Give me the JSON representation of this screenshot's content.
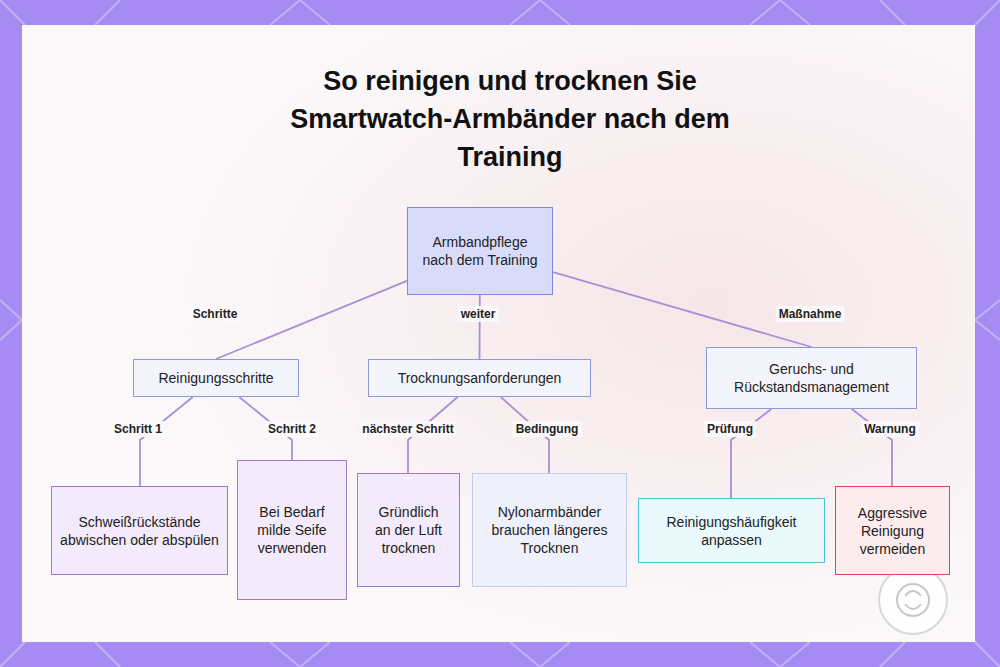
{
  "diagram": {
    "title": "So reinigen und trocknen Sie Smartwatch-Armbänder nach dem Training",
    "nodes": [
      {
        "text": [
          "Armbandpflege nach dem Training"
        ]
      },
      {
        "text": [
          "Reinigungsschritte"
        ]
      },
      {
        "text": [
          "Trocknungsanforderungen"
        ]
      },
      {
        "text": [
          "Geruchs- und Rückstandsmanagement"
        ]
      },
      {
        "text": [
          "Schweißrückstände abwischen oder abspülen"
        ]
      },
      {
        "text": [
          "Bei Bedarf milde Seife verwenden"
        ]
      },
      {
        "text": [
          "Gründlich an der Luft trocknen"
        ]
      },
      {
        "text": [
          "Nylonarmbänder brauchen längeres Trocknen"
        ]
      },
      {
        "text": [
          "Reinigungshäufigkeit anpassen"
        ]
      },
      {
        "text": [
          "Aggressive Reinigung vermeiden"
        ]
      }
    ],
    "edges": [
      {
        "from": 0,
        "to": 1,
        "label": "Schritte",
        "arrow": "none"
      },
      {
        "from": 0,
        "to": 2,
        "label": "weiter",
        "arrow": "none"
      },
      {
        "from": 0,
        "to": 3,
        "label": "Maßnahme",
        "arrow": "none"
      },
      {
        "from": 1,
        "to": 4,
        "label": "Schritt 1",
        "arrow": "none"
      },
      {
        "from": 1,
        "to": 5,
        "label": "Schritt 2",
        "arrow": "none"
      },
      {
        "from": 2,
        "to": 6,
        "label": "nächster Schritt",
        "arrow": "none"
      },
      {
        "from": 2,
        "to": 7,
        "label": "Bedingung",
        "arrow": "none"
      },
      {
        "from": 3,
        "to": 8,
        "label": "Prüfung",
        "arrow": "none"
      },
      {
        "from": 3,
        "to": 9,
        "label": "Warnung",
        "arrow": "none"
      }
    ]
  }
}
